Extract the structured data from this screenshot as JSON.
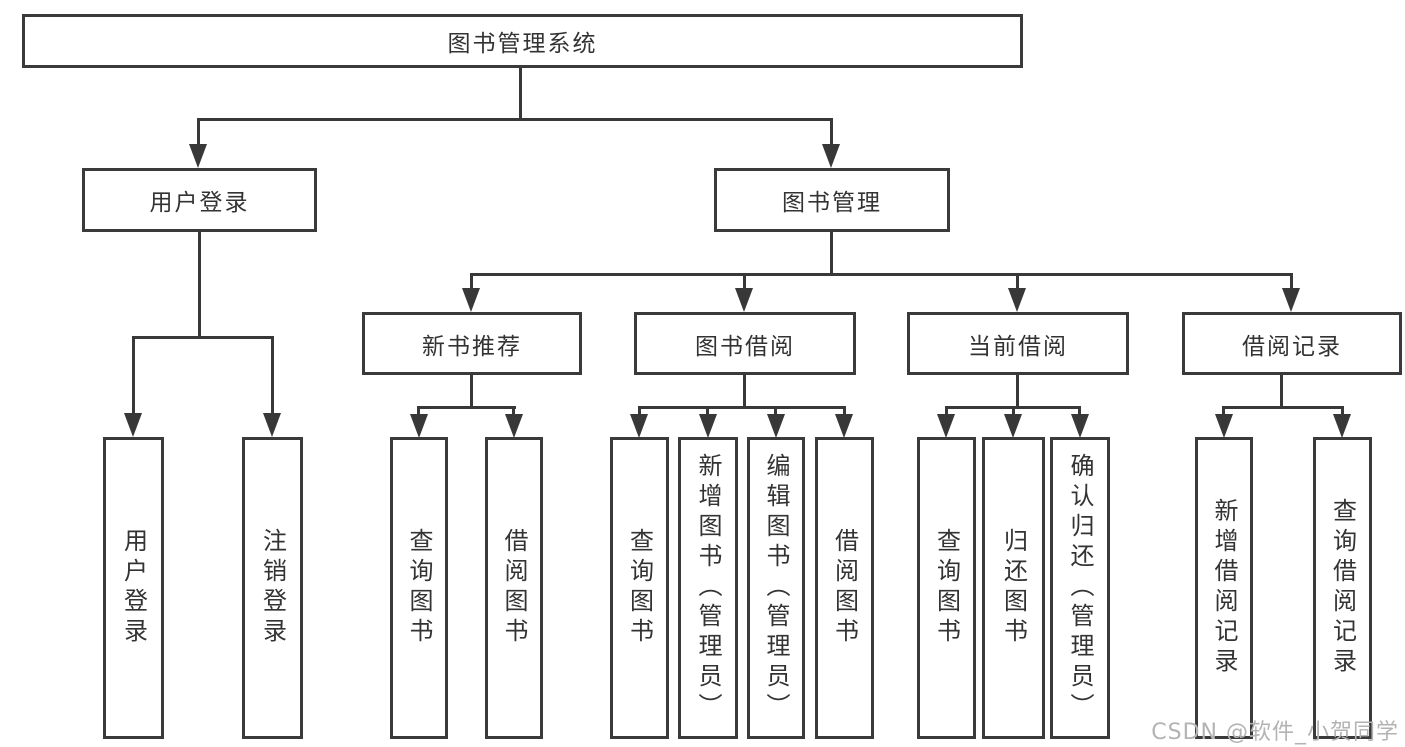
{
  "nodes": {
    "root": "图书管理系统",
    "login_group": "用户登录",
    "book_management": "图书管理",
    "new_book_recommend": "新书推荐",
    "book_borrowing": "图书借阅",
    "current_borrowing": "当前借阅",
    "borrowing_records": "借阅记录",
    "user_login": "用户登录",
    "logout_login": "注销登录",
    "nbr_query_books": "查询图书",
    "nbr_borrow_books": "借阅图书",
    "bb_query_books": "查询图书",
    "bb_add_books": "新增图书（管理员）",
    "bb_edit_books": "编辑图书（管理员）",
    "bb_borrow_books": "借阅图书",
    "cb_query_books": "查询图书",
    "cb_return_books": "归还图书",
    "cb_confirm_return": "确认归还（管理员）",
    "br_add_record": "新增借阅记录",
    "br_query_record": "查询借阅记录"
  },
  "watermark": "CSDN @软件_小贺同学",
  "colors": {
    "line": "#383838",
    "border": "#3a3a3a",
    "text": "#333333",
    "background": "#ffffff",
    "watermark": "#b3b3b3"
  }
}
